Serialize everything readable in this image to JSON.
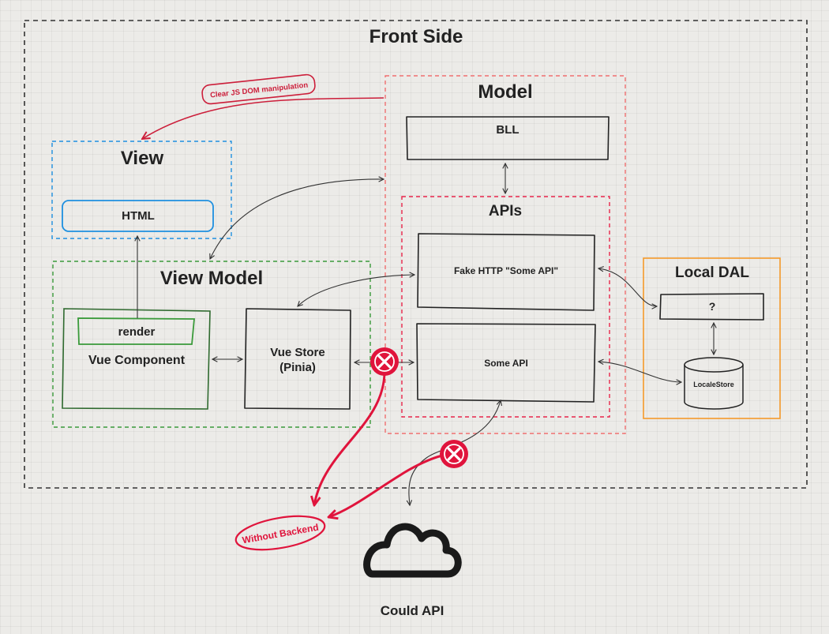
{
  "title": "Front Side",
  "model": {
    "title": "Model",
    "bll": "BLL"
  },
  "apis": {
    "title": "APIs",
    "fake_http": "Fake HTTP \"Some API\"",
    "some_api": "Some API"
  },
  "view": {
    "title": "View",
    "html": "HTML"
  },
  "view_model": {
    "title": "View Model",
    "render": "render",
    "vue_component": "Vue Component",
    "vue_store_line1": "Vue Store",
    "vue_store_line2": "(Pinia)"
  },
  "local_dal": {
    "title": "Local DAL",
    "question": "?",
    "locale_store": "LocaleStore"
  },
  "annotations": {
    "clear_js_dom": "Clear JS DOM manipulation",
    "without_backend": "Without Backend"
  },
  "cloud": {
    "label": "Could API"
  },
  "colors": {
    "background": "#ecebe8",
    "outer_border": "#333333",
    "model_border": "#f07070",
    "apis_border": "#e8254a",
    "view_border": "#1e90e0",
    "view_model_border": "#3a9a3a",
    "vue_component_border": "#2f6a2f",
    "local_dal_border": "#f59a2a",
    "annotation_red": "#cc1e3a",
    "blocked_red": "#e0143c"
  }
}
